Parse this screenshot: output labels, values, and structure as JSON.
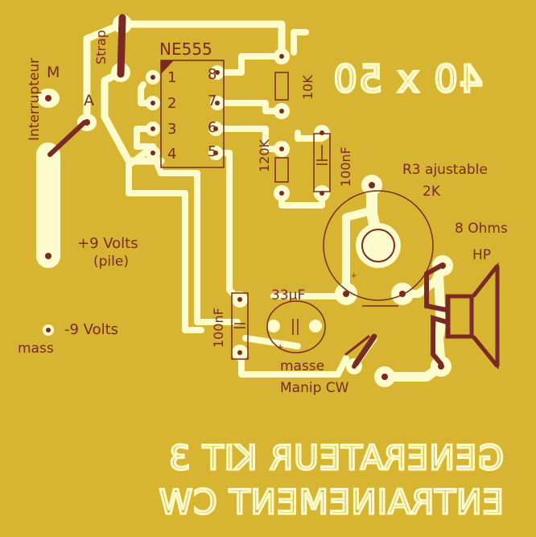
{
  "colors": {
    "board": "#d7b532",
    "copper": "#fefbcd",
    "dark": "#7a2a23",
    "mirror_text": "#fefbcd"
  },
  "labels": {
    "interrupteur": "Interrupteur",
    "m": "M",
    "a": "A",
    "strap": "Strap",
    "chip": "NE555",
    "pins": [
      "1",
      "2",
      "3",
      "4",
      "8",
      "7",
      "6",
      "5"
    ],
    "r10k": "10K",
    "r120k": "120K",
    "c100nf_top": "100nF",
    "r3_line1": "R3 ajustable",
    "r3_line2": "2K",
    "ohms": "8 Ohms",
    "hp": "HP",
    "plus9_line1": "+9 Volts",
    "plus9_line2": "(pile)",
    "minus9": "-9 Volts",
    "mass": "mass",
    "c100nf_bottom": "100nF",
    "c33uf": "33µF",
    "masse": "masse",
    "manip": "Manip CW",
    "size": "40 x 50",
    "title_line1": "GENERATEUR KIT 3",
    "title_line2": "ENTRAINEMENT CW"
  }
}
